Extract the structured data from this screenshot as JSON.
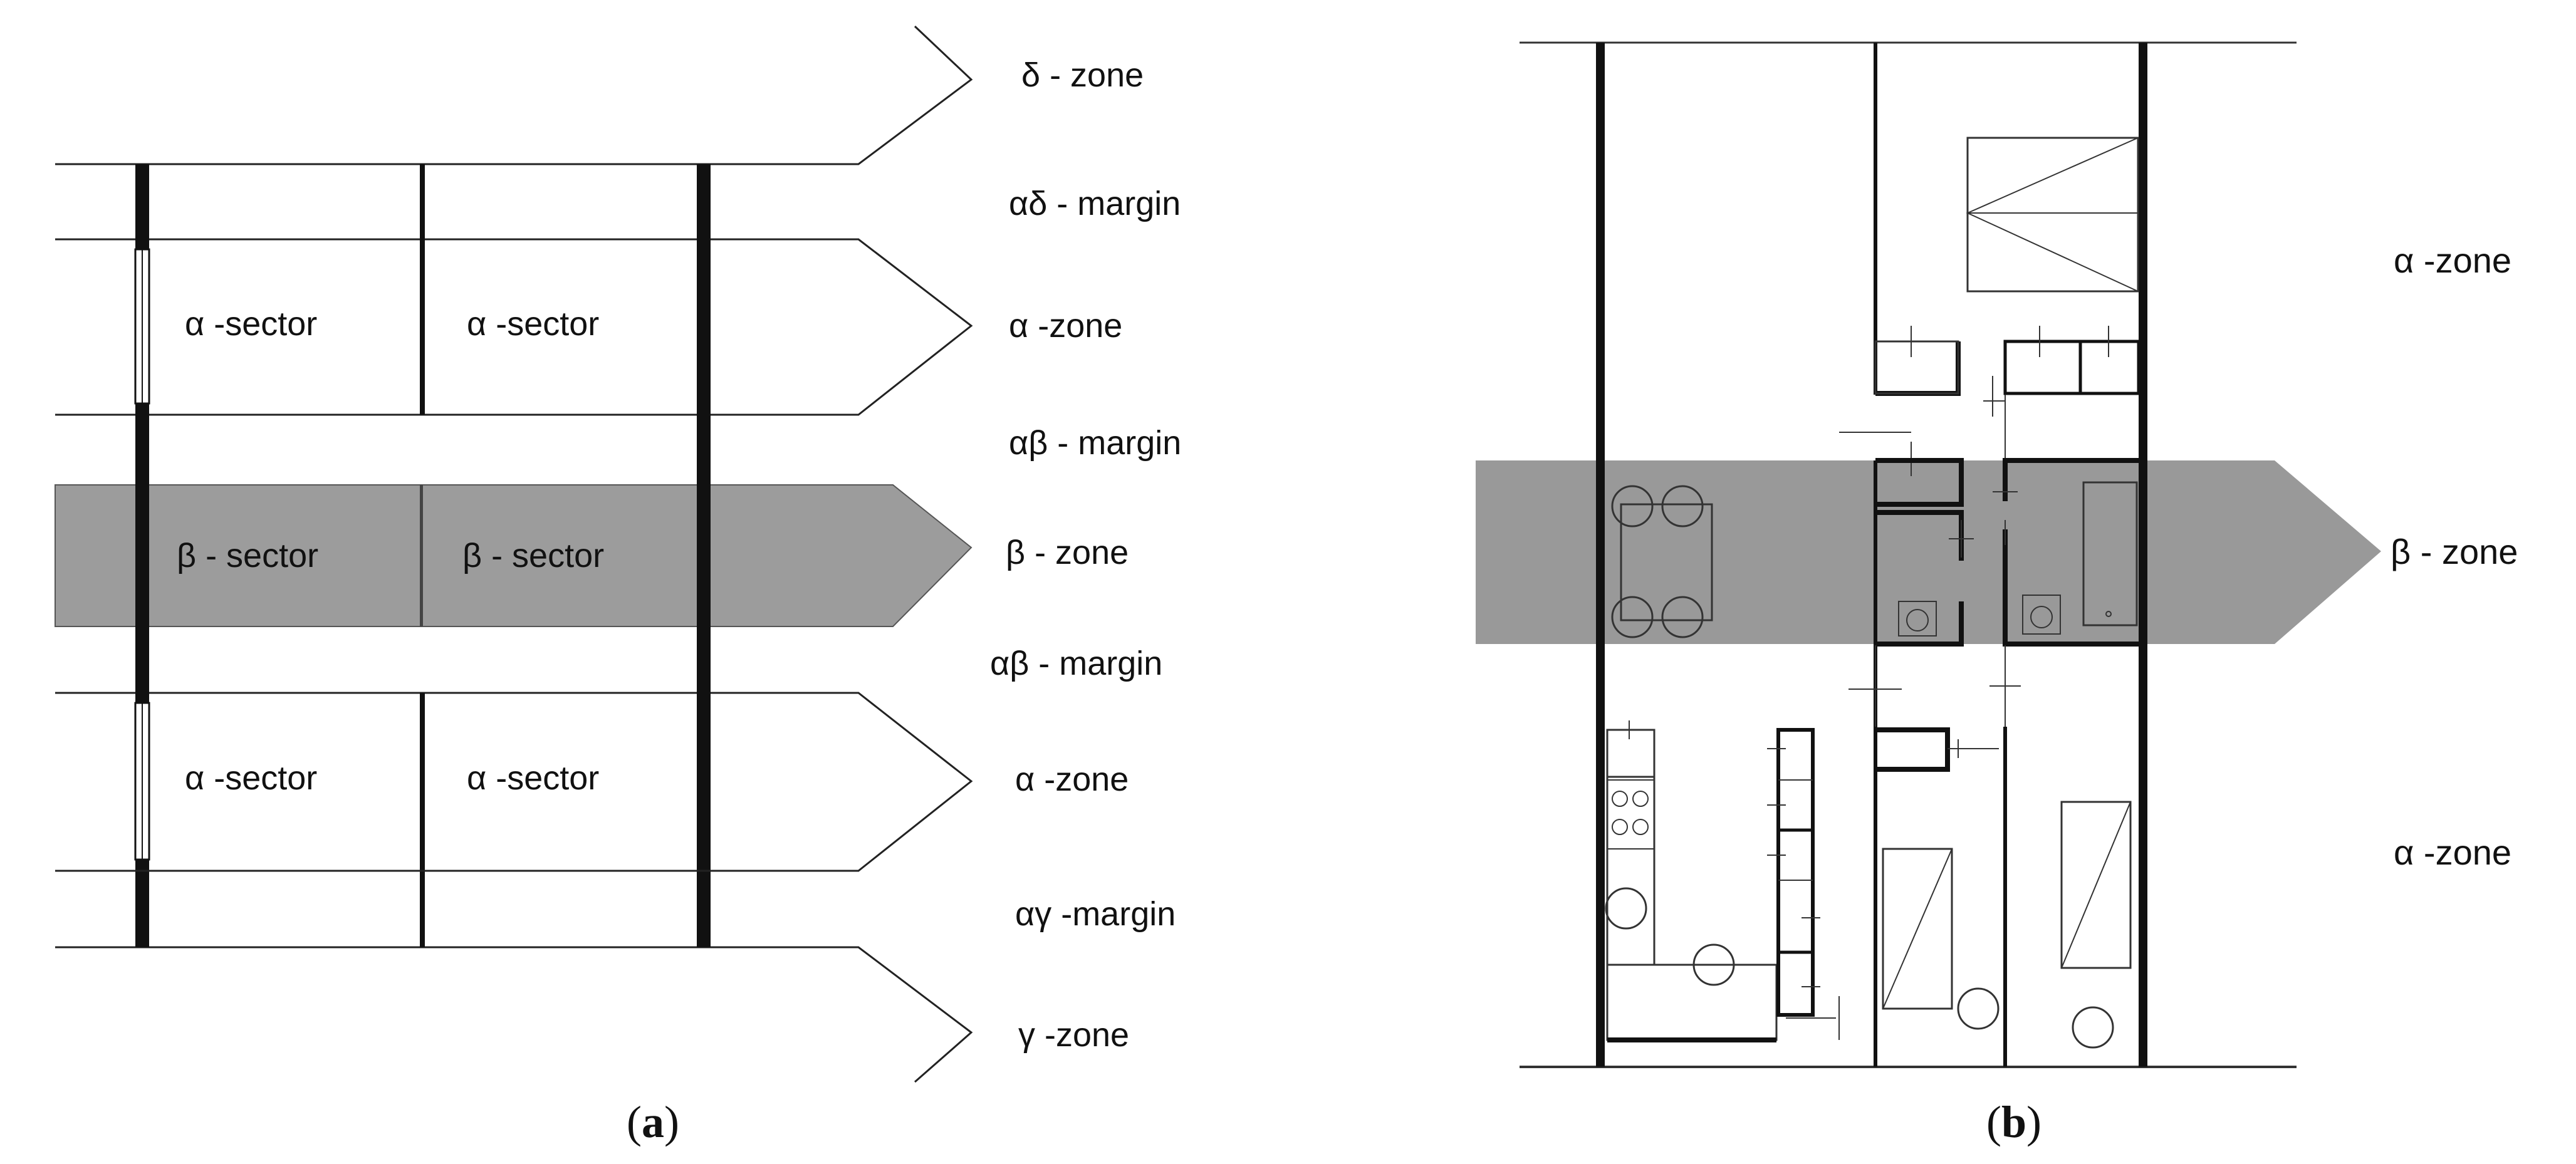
{
  "panel_a": {
    "caption_open": "(",
    "caption_letter": "a",
    "caption_close": ")",
    "zones": [
      {
        "greek": "δ",
        "rest": " - zone"
      },
      {
        "greek": "αδ",
        "rest": " - margin"
      },
      {
        "greek": "α",
        "rest": " -zone"
      },
      {
        "greek": "αβ",
        "rest": " - margin"
      },
      {
        "greek": "β",
        "rest": " - zone"
      },
      {
        "greek": "αβ",
        "rest": " - margin"
      },
      {
        "greek": "α",
        "rest": " -zone"
      },
      {
        "greek": "αγ",
        "rest": " -margin"
      },
      {
        "greek": "γ",
        "rest": " -zone"
      }
    ],
    "sectors": {
      "alpha": {
        "greek": "α",
        "rest": " -sector"
      },
      "beta": {
        "greek": "β",
        "rest": " - sector"
      }
    }
  },
  "panel_b": {
    "caption_open": "(",
    "caption_letter": "b",
    "caption_close": ")",
    "zones": [
      {
        "greek": "α",
        "rest": " -zone"
      },
      {
        "greek": "β",
        "rest": " - zone"
      },
      {
        "greek": "α",
        "rest": " -zone"
      }
    ]
  },
  "colors": {
    "beta_band": "#9c9c9c",
    "beta_band_b": "#999999",
    "ink": "#111111"
  }
}
